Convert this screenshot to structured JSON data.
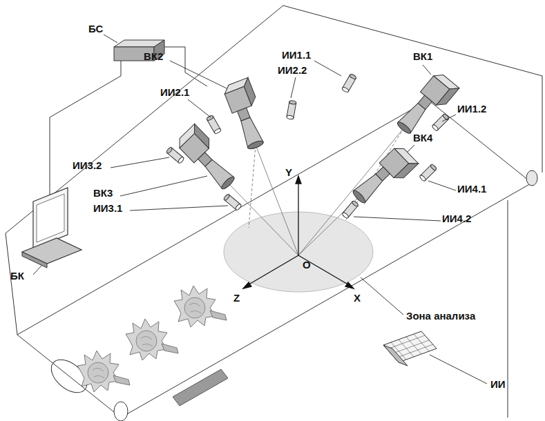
{
  "diagram": {
    "labels": [
      "ВК2",
      "ИИ1.1",
      "ВК1",
      "ИИ2.2",
      "БС",
      "ИИ2.1",
      "ИИ1.2",
      "ВК4",
      "ИИ3.2",
      "Y",
      "ИИ4.1",
      "ВК3",
      "ИИ3.1",
      "ИИ4.2",
      "БК",
      "O",
      "Z",
      "X",
      "Зона анализа",
      "ИИ"
    ]
  }
}
